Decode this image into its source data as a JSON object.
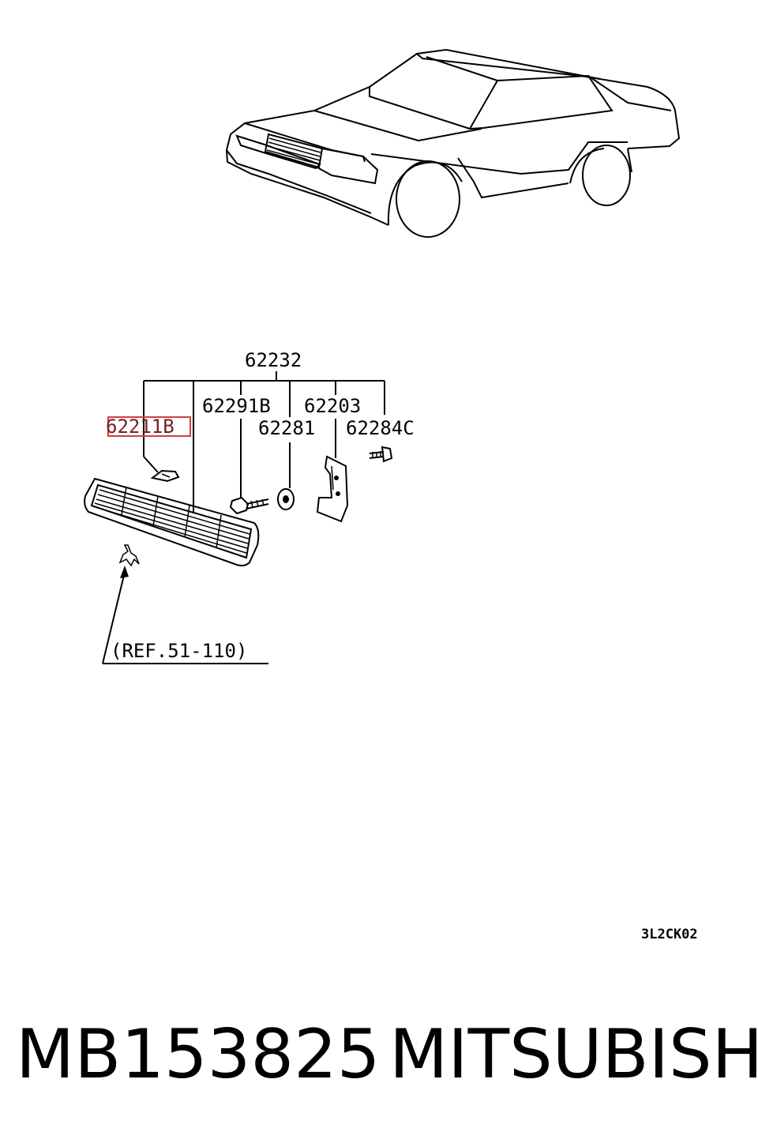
{
  "diagram": {
    "labels": {
      "assembly": "62232",
      "grille_highlighted": "62211B",
      "screw": "62291B",
      "bracket": "62203",
      "clip": "62281",
      "bolt": "62284C",
      "reference": "(REF.51-110)",
      "drawing_code": "3L2CK02"
    },
    "highlight_color": "#d04040"
  },
  "footer": {
    "part_number": "MB153825",
    "brand": "MITSUBISHI"
  }
}
